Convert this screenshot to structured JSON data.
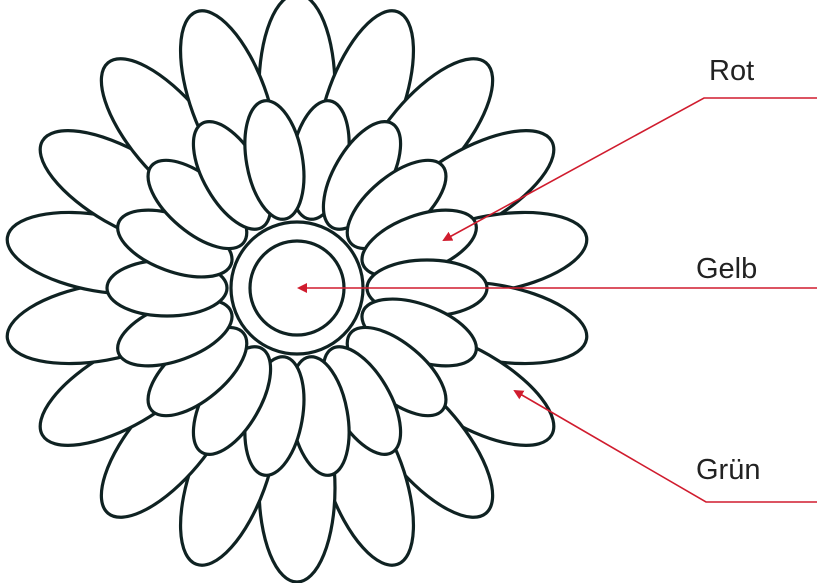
{
  "diagram": {
    "labels": [
      {
        "id": "rot",
        "text": "Rot"
      },
      {
        "id": "gelb",
        "text": "Gelb"
      },
      {
        "id": "gruen",
        "text": "Grün"
      }
    ]
  },
  "colors": {
    "outline": "#0f2222",
    "leader": "#d01c2e",
    "label": "#222222",
    "background": "#ffffff"
  }
}
